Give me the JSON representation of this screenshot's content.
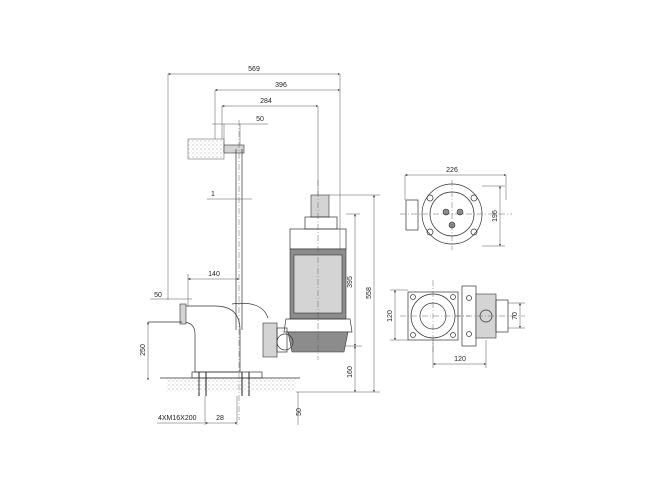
{
  "drawing": {
    "dimensions": {
      "d569": "569",
      "d396": "396",
      "d284": "284",
      "d50_top": "50",
      "d1": "1",
      "d140": "140",
      "d50_left": "50",
      "d250": "250",
      "d395": "395",
      "d558": "558",
      "d160": "160",
      "d50_bottom": "50",
      "d28": "28",
      "bolt": "4XM16X200",
      "d226": "226",
      "d196": "196",
      "d120_vert": "120",
      "d70": "70",
      "d120_horiz": "120"
    }
  }
}
